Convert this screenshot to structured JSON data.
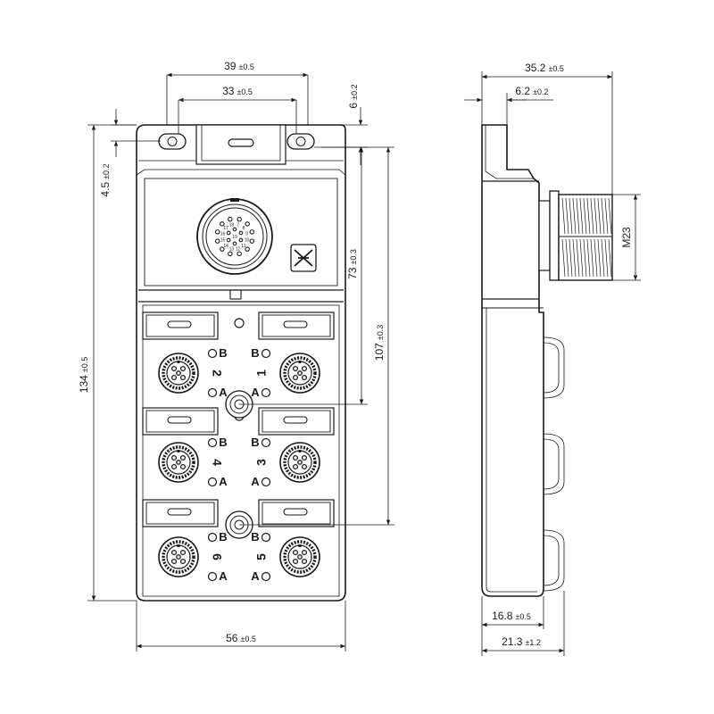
{
  "dimensions": {
    "width_39": {
      "value": "39",
      "tol": "±0.5"
    },
    "width_33": {
      "value": "33",
      "tol": "±0.5"
    },
    "height_6": {
      "value": "6",
      "tol": "±0.2"
    },
    "offset_4_5": {
      "value": "4.5",
      "tol": "±0.2"
    },
    "height_134": {
      "value": "134",
      "tol": "±0.5"
    },
    "height_73": {
      "value": "73",
      "tol": "±0.3"
    },
    "height_107": {
      "value": "107",
      "tol": "±0.3"
    },
    "width_56": {
      "value": "56",
      "tol": "±0.5"
    },
    "depth_35_2": {
      "value": "35.2",
      "tol": "±0.5"
    },
    "depth_6_2": {
      "value": "6.2",
      "tol": "±0.2"
    },
    "thread_m23": {
      "value": "M23",
      "tol": ""
    },
    "depth_16_8": {
      "value": "16.8",
      "tol": "±0.5"
    },
    "depth_21_3": {
      "value": "21.3",
      "tol": "±1.2"
    }
  },
  "ports": [
    {
      "number": "2",
      "led_top": "B",
      "led_bottom": "A"
    },
    {
      "number": "1",
      "led_top": "B",
      "led_bottom": "A"
    },
    {
      "number": "4",
      "led_top": "B",
      "led_bottom": "A"
    },
    {
      "number": "3",
      "led_top": "B",
      "led_bottom": "A"
    },
    {
      "number": "6",
      "led_top": "B",
      "led_bottom": "A"
    },
    {
      "number": "5",
      "led_top": "B",
      "led_bottom": "A"
    }
  ],
  "m23_pin_labels": [
    "7",
    "8",
    "9",
    "10",
    "11",
    "12",
    "13",
    "14",
    "15",
    "16",
    "17",
    "18",
    "19",
    "1",
    "2",
    "3",
    "4",
    "5",
    "6"
  ]
}
